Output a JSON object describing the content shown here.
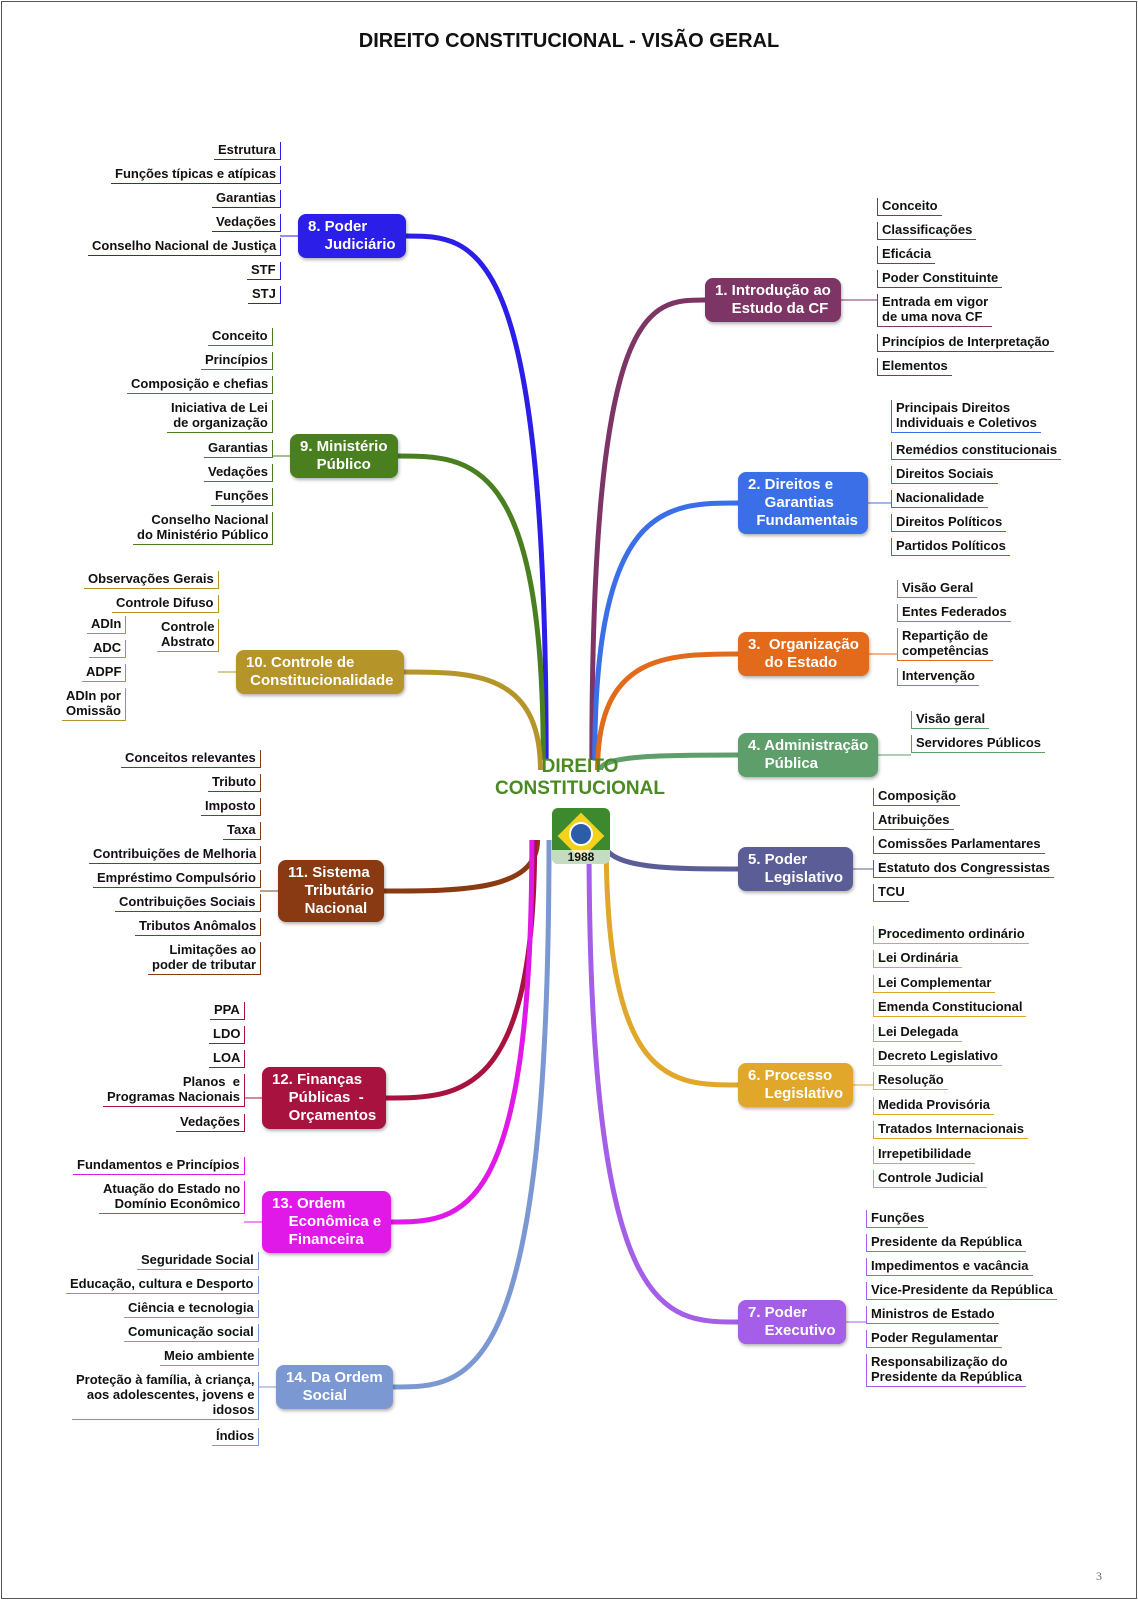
{
  "title": "DIREITO CONSTITUCIONAL - VISÃO GERAL",
  "center": {
    "label": "DIREITO\nCONSTITUCIONAL",
    "logo_caption": "1988",
    "logo_icon": "constituicao-1988-logo"
  },
  "page_number": "3",
  "branches": [
    {
      "id": 1,
      "label": "1. Introdução ao\n    Estudo da CF",
      "color": "#7d3566",
      "side": "right",
      "children": [
        "Conceito",
        "Classificações",
        "Eficácia",
        "Poder Constituinte",
        "Entrada em vigor\nde uma nova CF",
        "Princípios de Interpretação",
        "Elementos"
      ]
    },
    {
      "id": 2,
      "label": "2. Direitos e\n    Garantias\n  Fundamentais",
      "color": "#3a6fe8",
      "side": "right",
      "children": [
        "Principais Direitos\nIndividuais e Coletivos",
        "Remédios constitucionais",
        "Direitos Sociais",
        "Nacionalidade",
        "Direitos Políticos",
        "Partidos Políticos"
      ]
    },
    {
      "id": 3,
      "label": "3.  Organização\n    do Estado",
      "color": "#e36a1a",
      "side": "right",
      "children": [
        "Visão Geral",
        "Entes Federados",
        "Repartição de\ncompetências",
        "Intervenção"
      ]
    },
    {
      "id": 4,
      "label": "4. Administração\n    Pública",
      "color": "#5e9e6a",
      "side": "right",
      "children": [
        "Visão geral",
        "Servidores Públicos"
      ]
    },
    {
      "id": 5,
      "label": "5. Poder\n    Legislativo",
      "color": "#5b5e96",
      "side": "right",
      "children": [
        "Composição",
        "Atribuições",
        "Comissões Parlamentares",
        "Estatuto dos Congressistas",
        "TCU"
      ]
    },
    {
      "id": 6,
      "label": "6. Processo\n    Legislativo",
      "color": "#e0a72a",
      "side": "right",
      "children": [
        "Procedimento ordinário",
        "Lei Ordinária",
        "Lei Complementar",
        "Emenda Constitucional",
        "Lei Delegada",
        "Decreto Legislativo",
        "Resolução",
        "Medida Provisória",
        "Tratados Internacionais",
        "Irrepetibilidade",
        "Controle Judicial"
      ]
    },
    {
      "id": 7,
      "label": "7. Poder\n    Executivo",
      "color": "#a45ee8",
      "side": "right",
      "children": [
        "Funções",
        "Presidente da República",
        "Impedimentos e vacância",
        "Vice-Presidente da República",
        "Ministros de Estado",
        "Poder Regulamentar",
        "Responsabilização do\nPresidente da República"
      ]
    },
    {
      "id": 8,
      "label": "8. Poder\n    Judiciário",
      "color": "#2a1ee8",
      "side": "left",
      "children": [
        "Estrutura",
        "Funções típicas e atípicas",
        "Garantias",
        "Vedações",
        "Conselho Nacional de Justiça",
        "STF",
        "STJ"
      ]
    },
    {
      "id": 9,
      "label": "9. Ministério\n    Público",
      "color": "#4a7f20",
      "side": "left",
      "children": [
        "Conceito",
        "Princípios",
        "Composição e chefias",
        "Iniciativa de Lei\nde organização",
        "Garantias",
        "Vedações",
        "Funções",
        "Conselho Nacional\ndo Ministério Público"
      ]
    },
    {
      "id": 10,
      "label": "10. Controle de\n Constitucionalidade",
      "color": "#b5952a",
      "side": "left",
      "children": [
        "Observações Gerais",
        "Controle Difuso",
        "Controle\nAbstrato"
      ],
      "sub": {
        "parent": "Controle\nAbstrato",
        "children": [
          "ADIn",
          "ADC",
          "ADPF",
          "ADIn por\nOmissão"
        ]
      }
    },
    {
      "id": 11,
      "label": "11. Sistema\n    Tributário\n    Nacional",
      "color": "#8a3a12",
      "side": "left",
      "children": [
        "Conceitos relevantes",
        "Tributo",
        "Imposto",
        "Taxa",
        "Contribuições de Melhoria",
        "Empréstimo Compulsório",
        "Contribuições Sociais",
        "Tributos Anômalos",
        "Limitações ao\npoder de tributar"
      ]
    },
    {
      "id": 12,
      "label": "12. Finanças\n    Públicas  -\n    Orçamentos",
      "color": "#a8123e",
      "side": "left",
      "children": [
        "PPA",
        "LDO",
        "LOA",
        "Planos  e\nProgramas Nacionais",
        "Vedações"
      ]
    },
    {
      "id": 13,
      "label": "13. Ordem\n    Econômica e\n    Financeira",
      "color": "#e019e8",
      "side": "left",
      "children": [
        "Fundamentos e Princípios",
        "Atuação do Estado no\nDomínio Econômico"
      ]
    },
    {
      "id": 14,
      "label": "14. Da Ordem\n    Social",
      "color": "#7b98d2",
      "side": "left",
      "children": [
        "Seguridade Social",
        "Educação, cultura e Desporto",
        "Ciência e tecnologia",
        "Comunicação social",
        "Meio ambiente",
        "Proteção à família, à criança,\naos adolescentes, jovens e\nidosos",
        "Índios"
      ]
    }
  ]
}
